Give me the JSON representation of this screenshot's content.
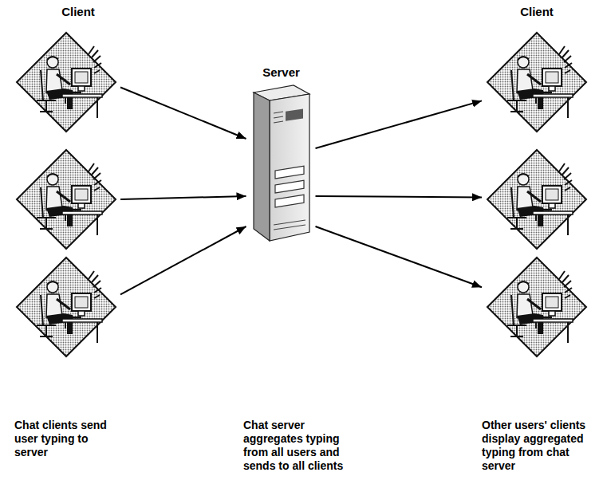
{
  "diagram": {
    "nodes": [
      {
        "text": [
          "Client"
        ]
      },
      {
        "text": []
      },
      {
        "text": []
      },
      {
        "text": [
          "Server"
        ]
      },
      {
        "text": [
          "Client"
        ]
      },
      {
        "text": []
      },
      {
        "text": []
      }
    ],
    "edges": [
      {
        "from": 0,
        "to": 3,
        "arrow": "to"
      },
      {
        "from": 1,
        "to": 3,
        "arrow": "to"
      },
      {
        "from": 2,
        "to": 3,
        "arrow": "to"
      },
      {
        "from": 3,
        "to": 4,
        "arrow": "to"
      },
      {
        "from": 3,
        "to": 5,
        "arrow": "to"
      },
      {
        "from": 3,
        "to": 6,
        "arrow": "to"
      }
    ],
    "labels": [
      "Chat clients send user typing to server",
      "Chat server aggregates typing from all users and sends to all clients",
      "Other users' clients display aggregated typing from chat server"
    ]
  }
}
